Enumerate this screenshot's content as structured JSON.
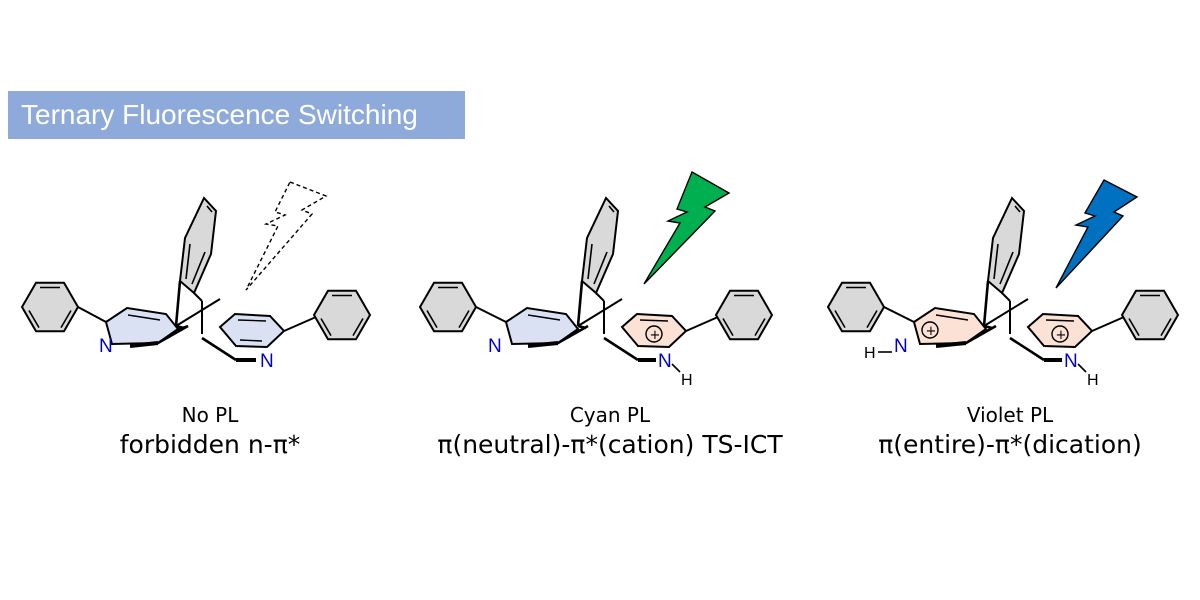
{
  "title": "Ternary Fluorescence Switching",
  "colors": {
    "banner": "#8eaadb",
    "neutral_ring": "#d9e1f2",
    "cation_ring": "#fbe2d5",
    "nitrogen": "#0000cc",
    "cyan_bolt": "#00b050",
    "violet_bolt": "#0070c0",
    "phenyl": "#d9d9d9"
  },
  "panels": [
    {
      "pl_label": "No PL",
      "transition": "forbidden n-π*",
      "bolt": "dashed-outline-bolt-icon",
      "left_ring": {
        "n": "N",
        "h": "",
        "charge": ""
      },
      "right_ring": {
        "n": "N",
        "h": "",
        "charge": ""
      }
    },
    {
      "pl_label": "Cyan PL",
      "transition": "π(neutral)-π*(cation) TS-ICT",
      "bolt": "green-bolt-icon",
      "left_ring": {
        "n": "N",
        "h": "",
        "charge": ""
      },
      "right_ring": {
        "n": "N",
        "h": "H",
        "charge": "+"
      }
    },
    {
      "pl_label": "Violet PL",
      "transition": "π(entire)-π*(dication)",
      "bolt": "blue-bolt-icon",
      "left_ring": {
        "n": "N",
        "h": "H",
        "charge": "+"
      },
      "right_ring": {
        "n": "N",
        "h": "H",
        "charge": "+"
      }
    }
  ]
}
